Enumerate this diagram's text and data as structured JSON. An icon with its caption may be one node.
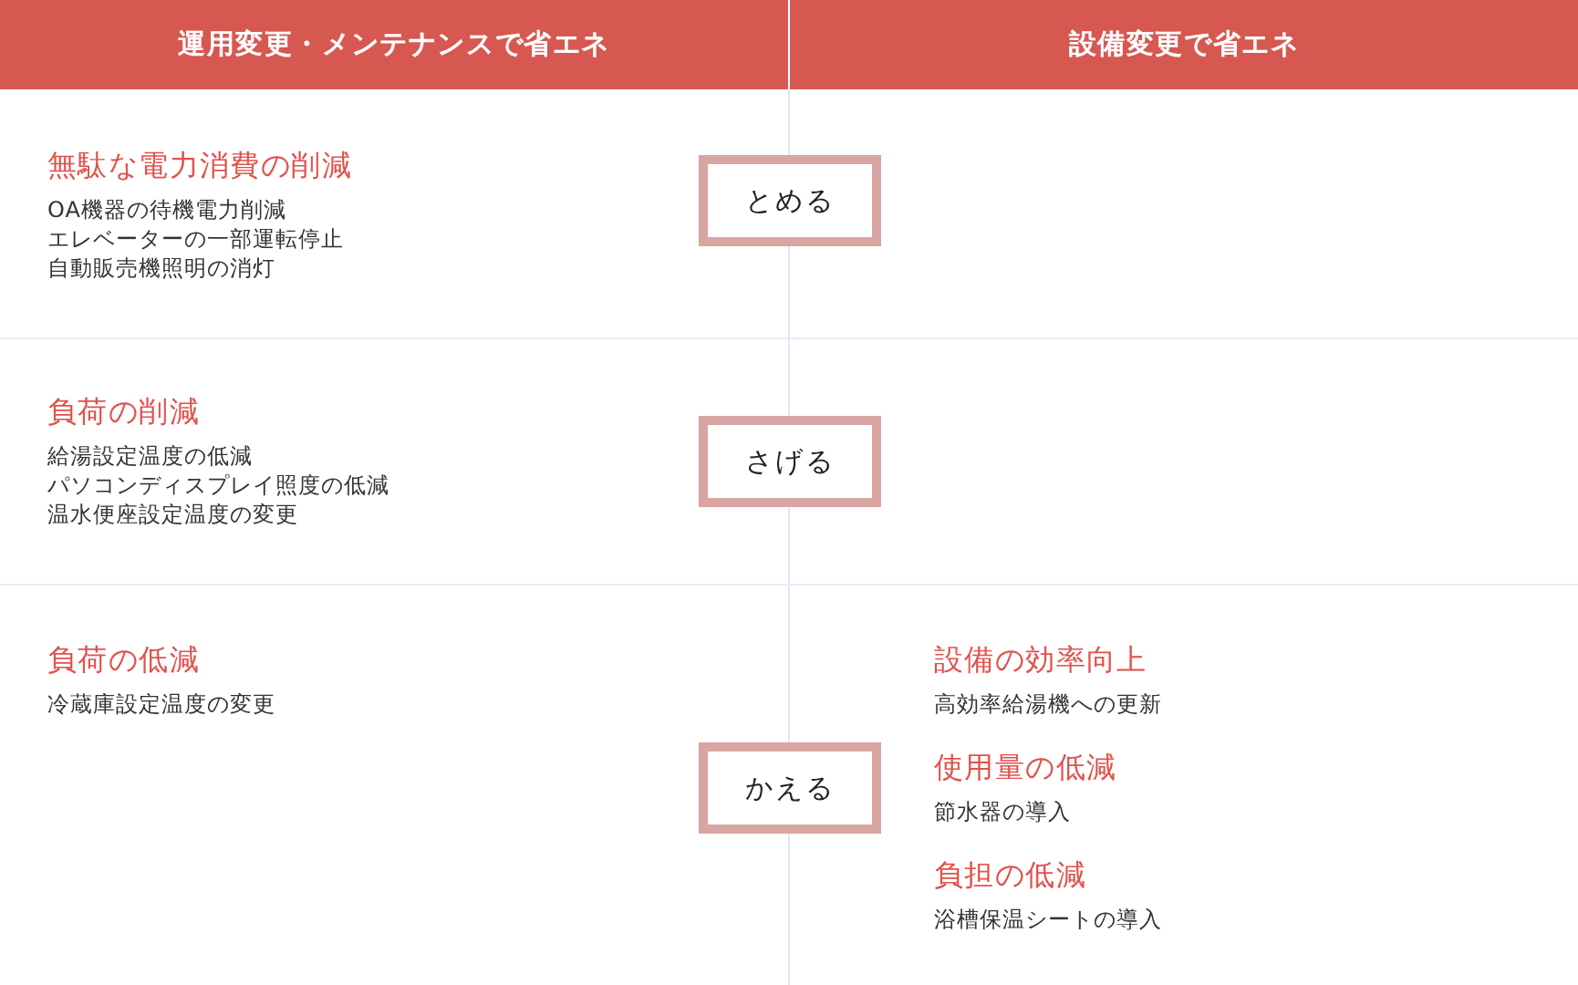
{
  "diagram": {
    "nodes": [
      {
        "text": [
          "運用変更・メンテナンスで省エネ"
        ]
      },
      {
        "text": [
          "設備変更で省エネ"
        ]
      },
      {
        "text": [
          "とめる"
        ]
      },
      {
        "text": [
          "さげる"
        ]
      },
      {
        "text": [
          "かえる"
        ]
      }
    ],
    "labels": [
      "無駄な電力消費の削減",
      "OA機器の待機電力削減",
      "エレベーターの一部運転停止",
      "自動販売機照明の消灯",
      "負荷の削減",
      "給湯設定温度の低減",
      "パソコンディスプレイ照度の低減",
      "温水便座設定温度の変更",
      "負荷の低減",
      "冷蔵庫設定温度の変更",
      "設備の効率向上",
      "高効率給湯機への更新",
      "使用量の低減",
      "節水器の導入",
      "負担の低減",
      "浴槽保温シートの導入"
    ]
  }
}
